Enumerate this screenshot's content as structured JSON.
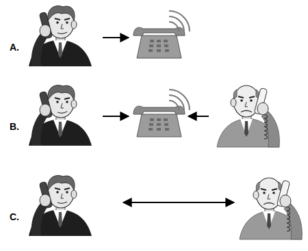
{
  "diagram": {
    "labels": [
      "A.",
      "B.",
      "C."
    ]
  }
}
